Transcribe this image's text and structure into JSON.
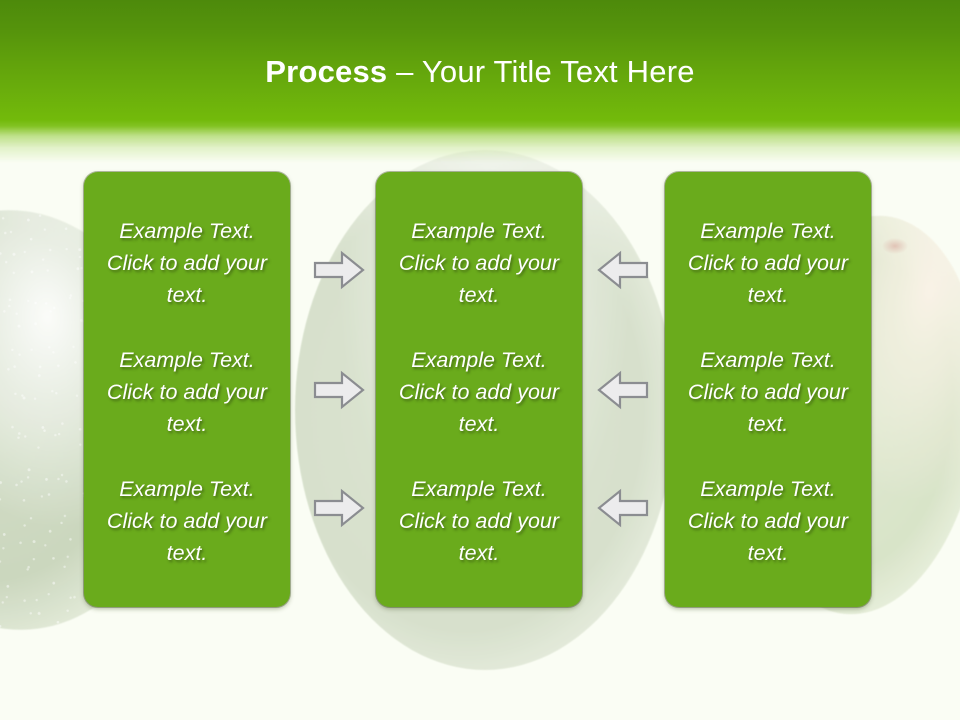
{
  "slide": {
    "title": {
      "strong": "Process",
      "dash": " – ",
      "light": "Your Title Text Here"
    },
    "theme": {
      "header_gradient_top": "#4d8a0b",
      "header_gradient_bottom": "#7cc40a",
      "box_fill": "#6aab1c",
      "box_border": "#2d4a0a",
      "text_color": "#ffffff",
      "page_background": "#fafdf4",
      "arrow_fill": "#ececed",
      "arrow_stroke": "#8b8d91"
    }
  },
  "columns": [
    {
      "name": "column-1",
      "items": [
        "Example Text. Click  to add your text.",
        "Example Text. Click  to add your text.",
        "Example Text. Click  to add your text."
      ]
    },
    {
      "name": "column-2",
      "items": [
        "Example Text. Click  to add your text.",
        "Example Text. Click  to add your text.",
        "Example Text. Click  to add your text."
      ]
    },
    {
      "name": "column-3",
      "items": [
        "Example Text. Click  to add your text.",
        "Example Text. Click  to add your text.",
        "Example Text. Click  to add your text."
      ]
    }
  ],
  "connectors": {
    "left_group": {
      "icon": "arrow-right-icon",
      "direction": "right",
      "count": 3
    },
    "right_group": {
      "icon": "arrow-left-icon",
      "direction": "left",
      "count": 3
    }
  },
  "background": {
    "left_image": "cucumber-photo",
    "right_image": "cucumber-photo",
    "middle_image": "cucumber-photo"
  }
}
